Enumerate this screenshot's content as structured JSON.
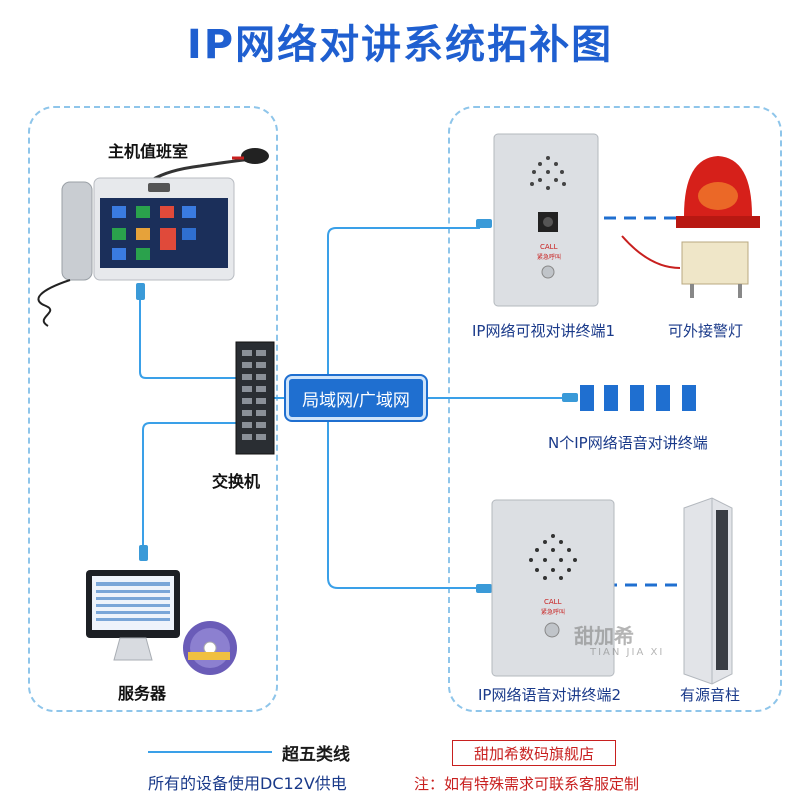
{
  "title": "IP网络对讲系统拓补图",
  "center_node": "局域网/广域网",
  "left_panel": {
    "host_label": "主机值班室",
    "switch_label": "交换机",
    "server_label": "服务器"
  },
  "right_panel": {
    "terminal1_label": "IP网络可视对讲终端1",
    "alarm_label": "可外接警灯",
    "n_terminals_label": "N个IP网络语音对讲终端",
    "terminal2_label": "IP网络语音对讲终端2",
    "speaker_label": "有源音柱",
    "call_text": "CALL",
    "call_sub": "紧急呼叫"
  },
  "watermark": {
    "main": "甜加希",
    "sub": "TIAN JIA XI"
  },
  "legend": {
    "cable_label": "超五类线",
    "power_note": "所有的设备使用DC12V供电"
  },
  "shop_name": "甜加希数码旗舰店",
  "note": "注：如有特殊需求可联系客服定制",
  "colors": {
    "line": "#3aa0e8",
    "accent": "#1f6fd0",
    "title": "#1f5fd0",
    "note_red": "#c8201f"
  }
}
